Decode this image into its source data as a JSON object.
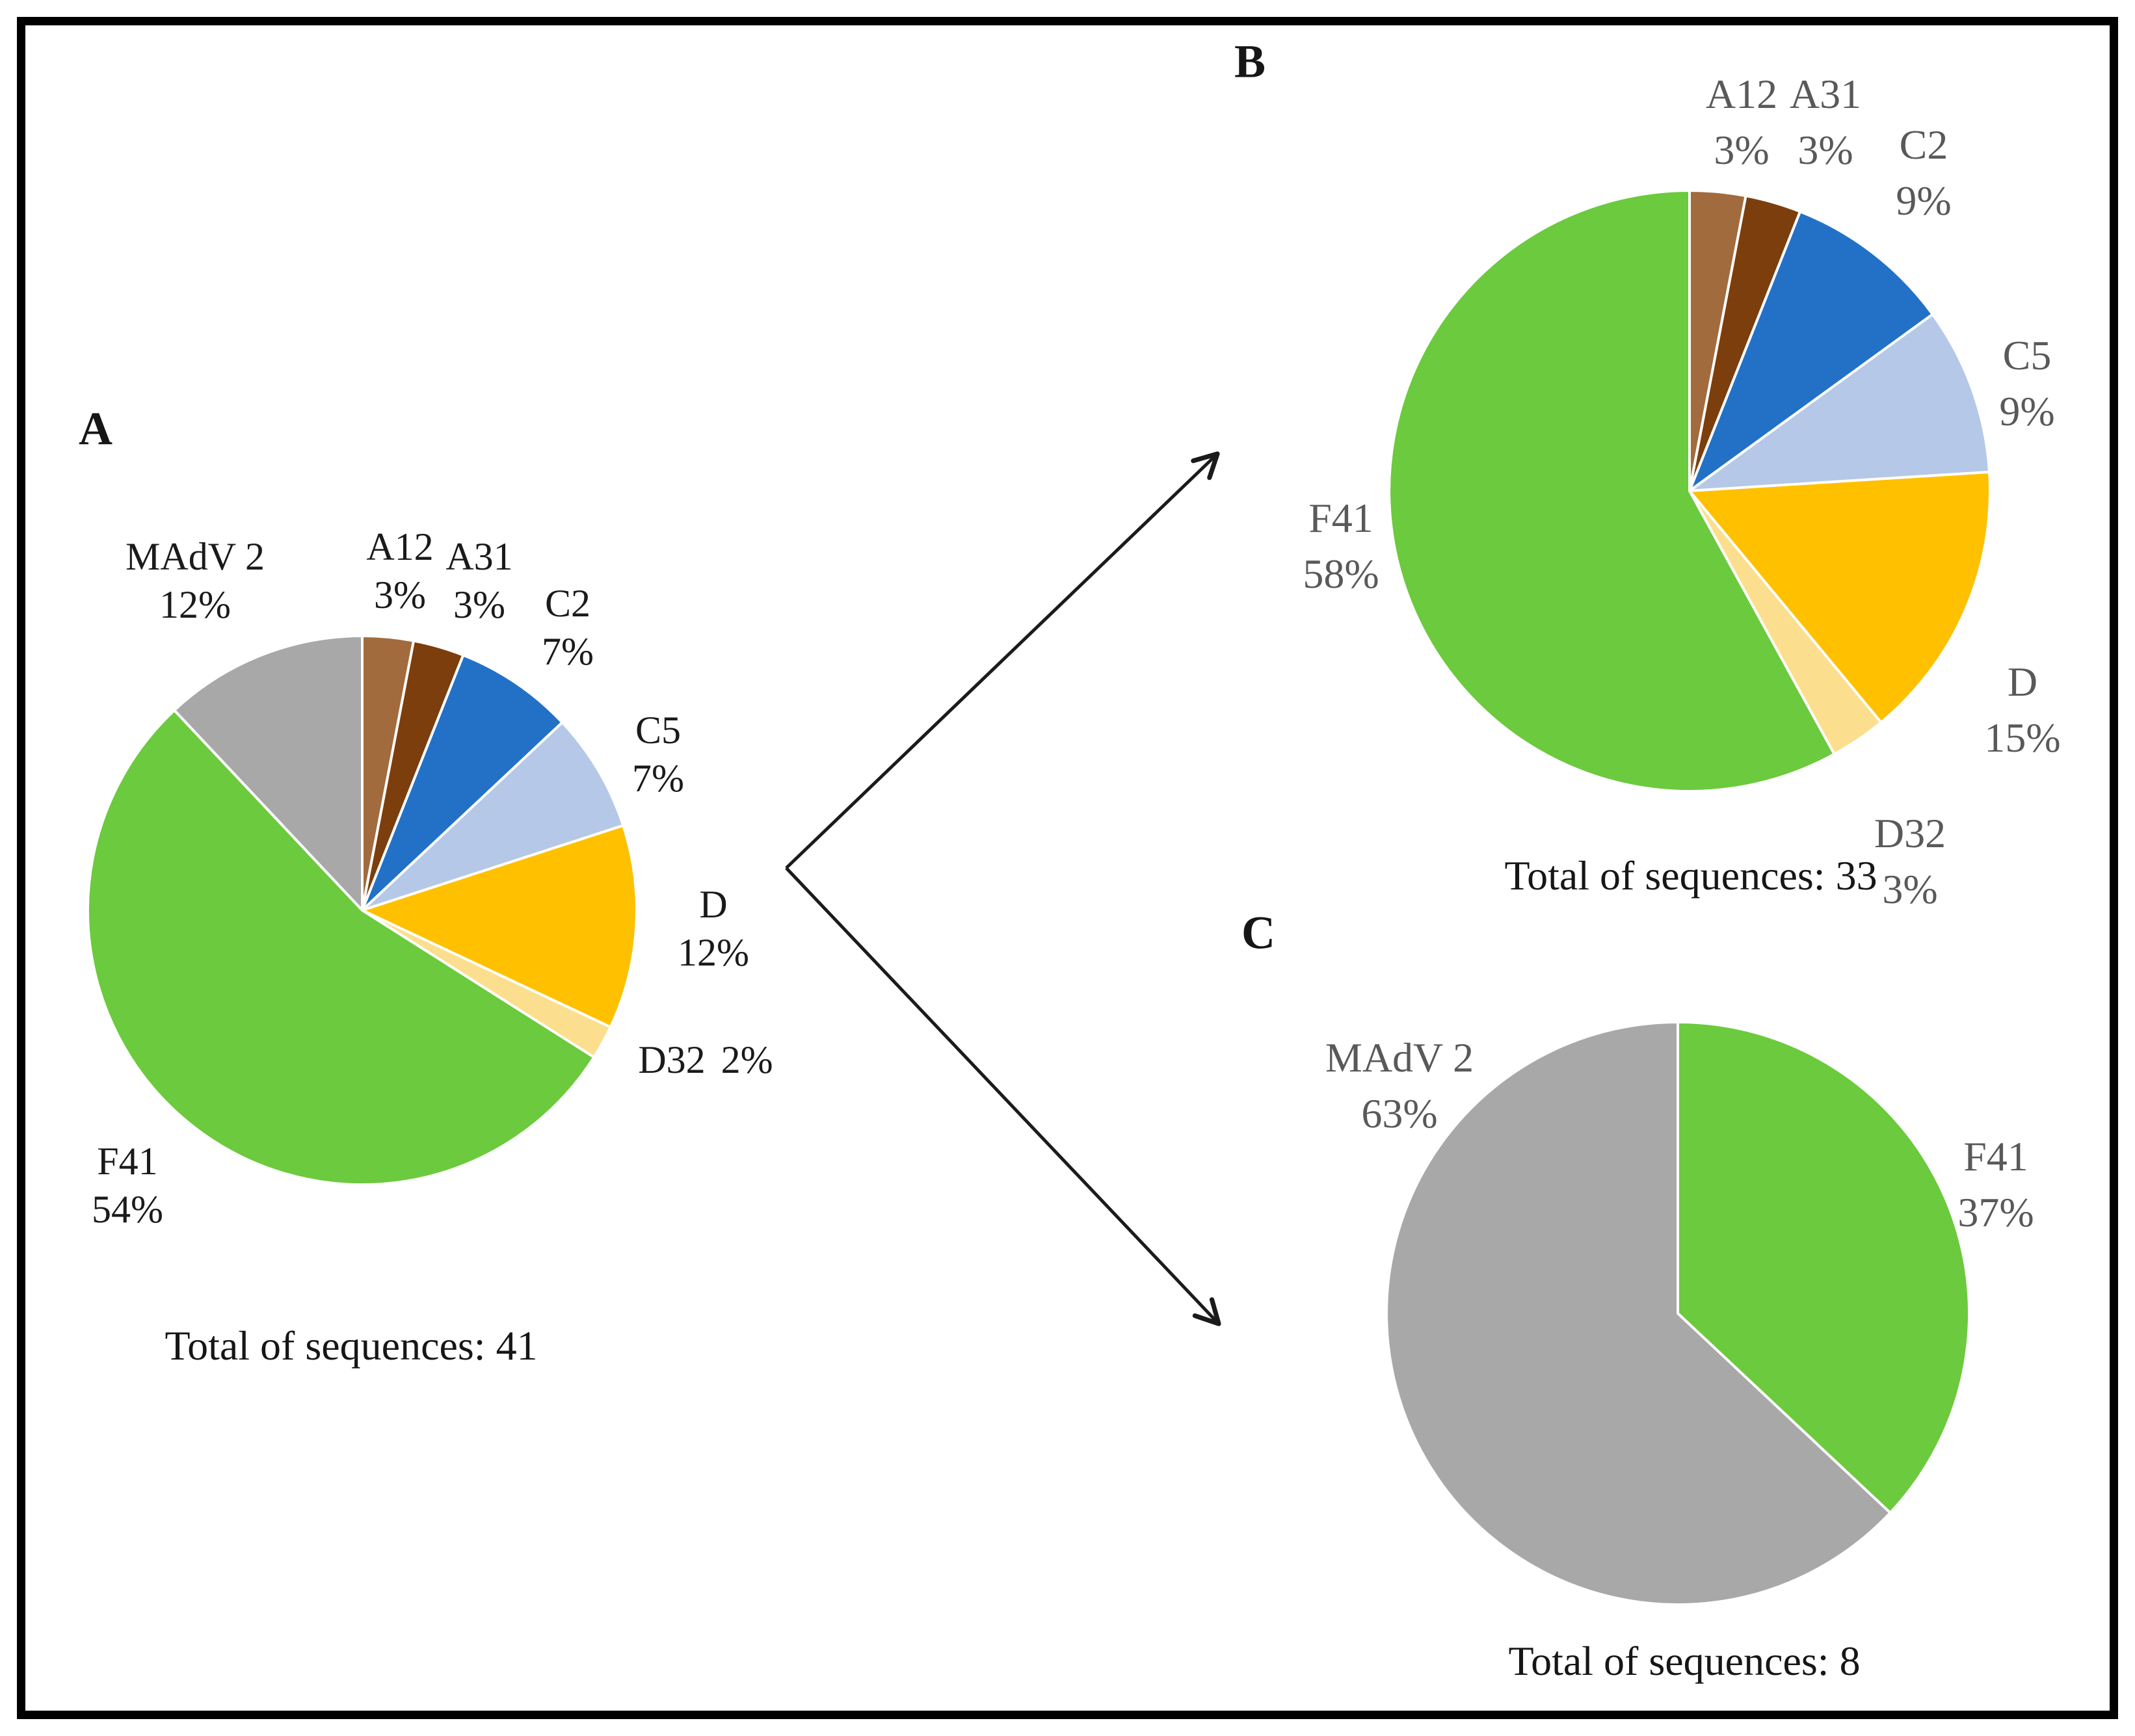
{
  "chart_data": [
    {
      "type": "pie",
      "panel_label": "A",
      "total_label": "Total of sequences: 41",
      "text_color": "#1a1a1a",
      "slices": [
        {
          "label": "A12",
          "pct_text": "3%",
          "value": 3,
          "color": "#A26B3D"
        },
        {
          "label": "A31",
          "pct_text": "3%",
          "value": 3,
          "color": "#7C3E0C"
        },
        {
          "label": "C2",
          "pct_text": "7%",
          "value": 7,
          "color": "#2271C7"
        },
        {
          "label": "C5",
          "pct_text": "7%",
          "value": 7,
          "color": "#B5C8E8"
        },
        {
          "label": "D",
          "pct_text": "12%",
          "value": 12,
          "color": "#FFC000"
        },
        {
          "label": "D32",
          "pct_text": "2%",
          "value": 2,
          "color": "#FBDF8F"
        },
        {
          "label": "F41",
          "pct_text": "54%",
          "value": 54,
          "color": "#6BCA3D"
        },
        {
          "label": "MAdV 2",
          "pct_text": "12%",
          "value": 12,
          "color": "#A8A8A8"
        }
      ]
    },
    {
      "type": "pie",
      "panel_label": "B",
      "total_label": "Total of sequences: 33",
      "text_color": "#595959",
      "slices": [
        {
          "label": "A12",
          "pct_text": "3%",
          "value": 3,
          "color": "#A26B3D"
        },
        {
          "label": "A31",
          "pct_text": "3%",
          "value": 3,
          "color": "#7C3E0C"
        },
        {
          "label": "C2",
          "pct_text": "9%",
          "value": 9,
          "color": "#2271C7"
        },
        {
          "label": "C5",
          "pct_text": "9%",
          "value": 9,
          "color": "#B5C8E8"
        },
        {
          "label": "D",
          "pct_text": "15%",
          "value": 15,
          "color": "#FFC000"
        },
        {
          "label": "D32",
          "pct_text": "3%",
          "value": 3,
          "color": "#FBDF8F"
        },
        {
          "label": "F41",
          "pct_text": "58%",
          "value": 58,
          "color": "#6BCA3D"
        }
      ]
    },
    {
      "type": "pie",
      "panel_label": "C",
      "total_label": "Total of sequences: 8",
      "text_color": "#595959",
      "slices": [
        {
          "label": "F41",
          "pct_text": "37%",
          "value": 37,
          "color": "#6BCA3D"
        },
        {
          "label": "MAdV 2",
          "pct_text": "63%",
          "value": 63,
          "color": "#A8A8A8"
        }
      ]
    }
  ],
  "connector": {
    "shape": "split-arrow",
    "color": "#1b1b1b"
  }
}
